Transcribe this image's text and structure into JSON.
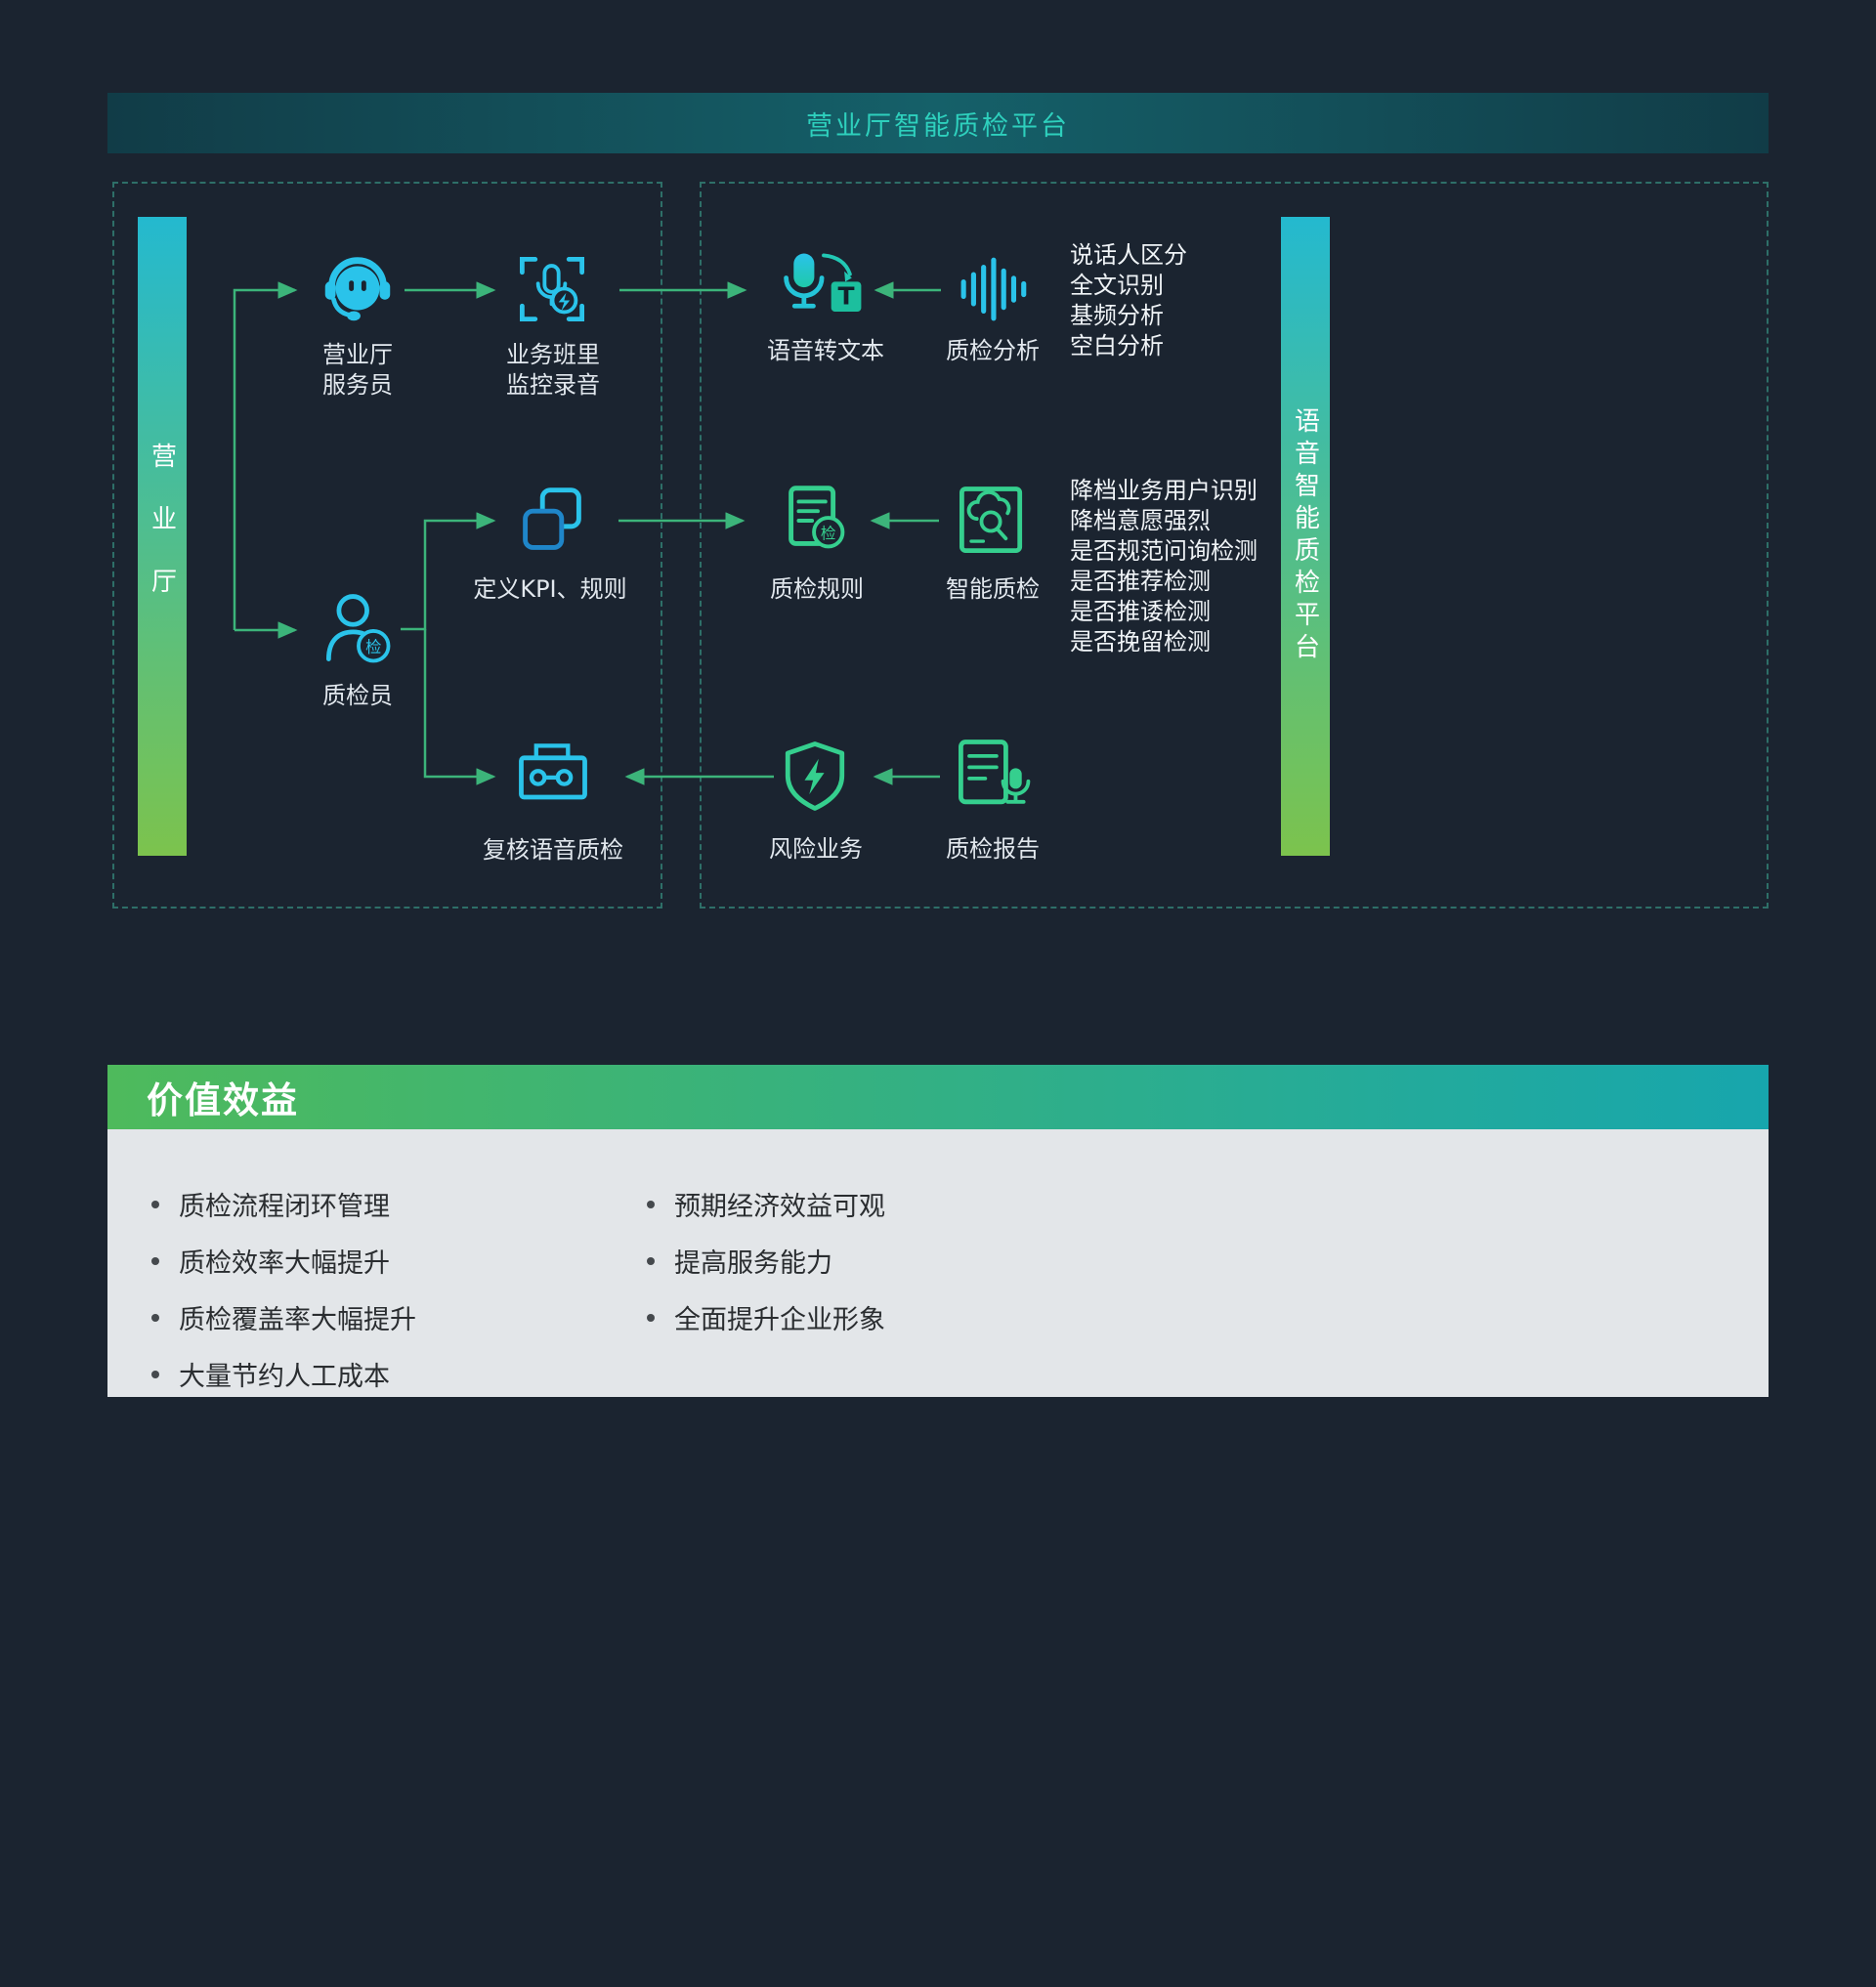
{
  "colors": {
    "background": "#1b2430",
    "cyan_icon": "#2ac3ea",
    "green_icon": "#35cf8e",
    "arrow": "#3cb47a",
    "header_bar": "#156069",
    "header_text": "#2ed0bd",
    "bar_gradient_top": "#24b9cf",
    "bar_gradient_bottom": "#7cc34d",
    "value_gradient_left": "#4eba5c",
    "value_gradient_right": "#17a6ad",
    "value_panel_bg": "#e3e6e9"
  },
  "header": {
    "title": "营业厅智能质检平台"
  },
  "zones": {
    "left": "营业厅",
    "right": "语音智能质检平台"
  },
  "nodes": {
    "agent": {
      "line1": "营业厅",
      "line2": "服务员"
    },
    "monitor": {
      "line1": "业务班里",
      "line2": "监控录音"
    },
    "speech_to_text": "语音转文本",
    "qc_analysis": "质检分析",
    "inspector": "质检员",
    "define_kpi": "定义KPI、规则",
    "qc_rules": "质检规则",
    "smart_qc": "智能质检",
    "review": "复核语音质检",
    "risk": "风险业务",
    "report": "质检报告"
  },
  "badges": {
    "jian": "检",
    "t": "T"
  },
  "analysis_notes": [
    "说话人区分",
    "全文识别",
    "基频分析",
    "空白分析"
  ],
  "smart_qc_notes": [
    "降档业务用户识别",
    "降档意愿强烈",
    "是否规范问询检测",
    "是否推荐检测",
    "是否推诿检测",
    "是否挽留检测"
  ],
  "value": {
    "title": "价值效益",
    "left_items": [
      "质检流程闭环管理",
      "质检效率大幅提升",
      "质检覆盖率大幅提升",
      "大量节约人工成本"
    ],
    "right_items": [
      "预期经济效益可观",
      "提高服务能力",
      "全面提升企业形象"
    ]
  }
}
